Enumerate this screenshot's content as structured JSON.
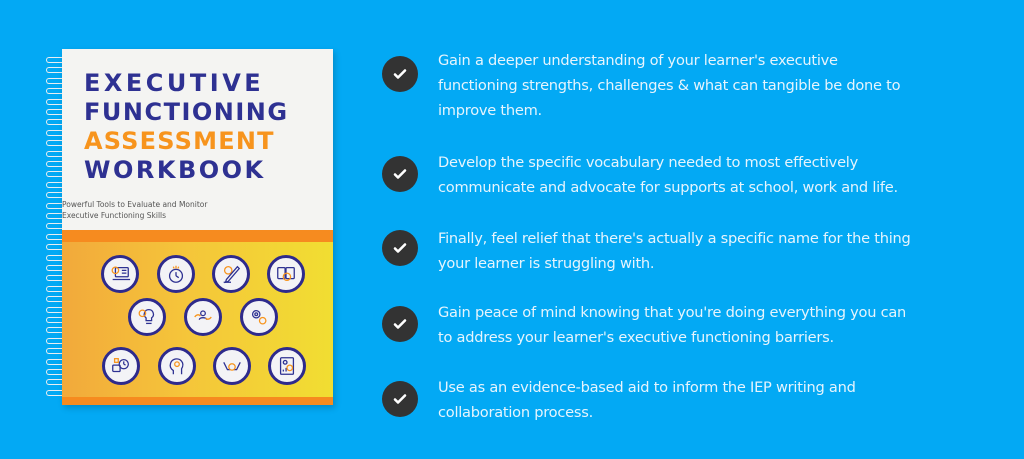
{
  "book": {
    "title_line1": "EXECUTIVE",
    "title_line2": "FUNCTIONING",
    "title_line3": "ASSESSMENT",
    "title_line4": "WORKBOOK",
    "subtitle_line1": "Powerful Tools to Evaluate and Monitor",
    "subtitle_line2": "Executive Functioning Skills",
    "colors": {
      "title_primary": "#2E3192",
      "title_accent": "#F7941D",
      "stripe": "#F68B1F",
      "badge_border": "#2E2A8C"
    },
    "icons": [
      "laptop-clock-icon",
      "stopwatch-icon",
      "gear-pencil-icon",
      "devices-clock-icon",
      "lightbulb-clock-icon",
      "person-cycle-icon",
      "gears-icon",
      "chat-clock-icon",
      "head-lightbulb-icon",
      "hands-clock-icon",
      "profile-report-icon"
    ]
  },
  "benefits": [
    {
      "icon": "check-circle-icon",
      "text_line1": "Gain a deeper understanding of your learner's executive",
      "text_line2": "functioning strengths, challenges & what can tangible be done to",
      "text_line3": "improve them."
    },
    {
      "icon": "check-circle-icon",
      "text_line1": "Develop the specific vocabulary needed to most effectively",
      "text_line2": "communicate and advocate for supports at school, work and life."
    },
    {
      "icon": "check-circle-icon",
      "text_line1": "Finally, feel relief that there's actually a specific name for the thing",
      "text_line2": "your learner is struggling with."
    },
    {
      "icon": "check-circle-icon",
      "text_line1": "Gain peace of mind knowing that you're doing everything you can",
      "text_line2": "to address your learner's executive functioning barriers."
    },
    {
      "icon": "check-circle-icon",
      "text_line1": "Use as an evidence-based aid to inform the IEP writing and",
      "text_line2": "collaboration process."
    }
  ],
  "colors": {
    "background": "#03A9F4",
    "check_circle": "#333333",
    "text": "#E6F4FD"
  }
}
